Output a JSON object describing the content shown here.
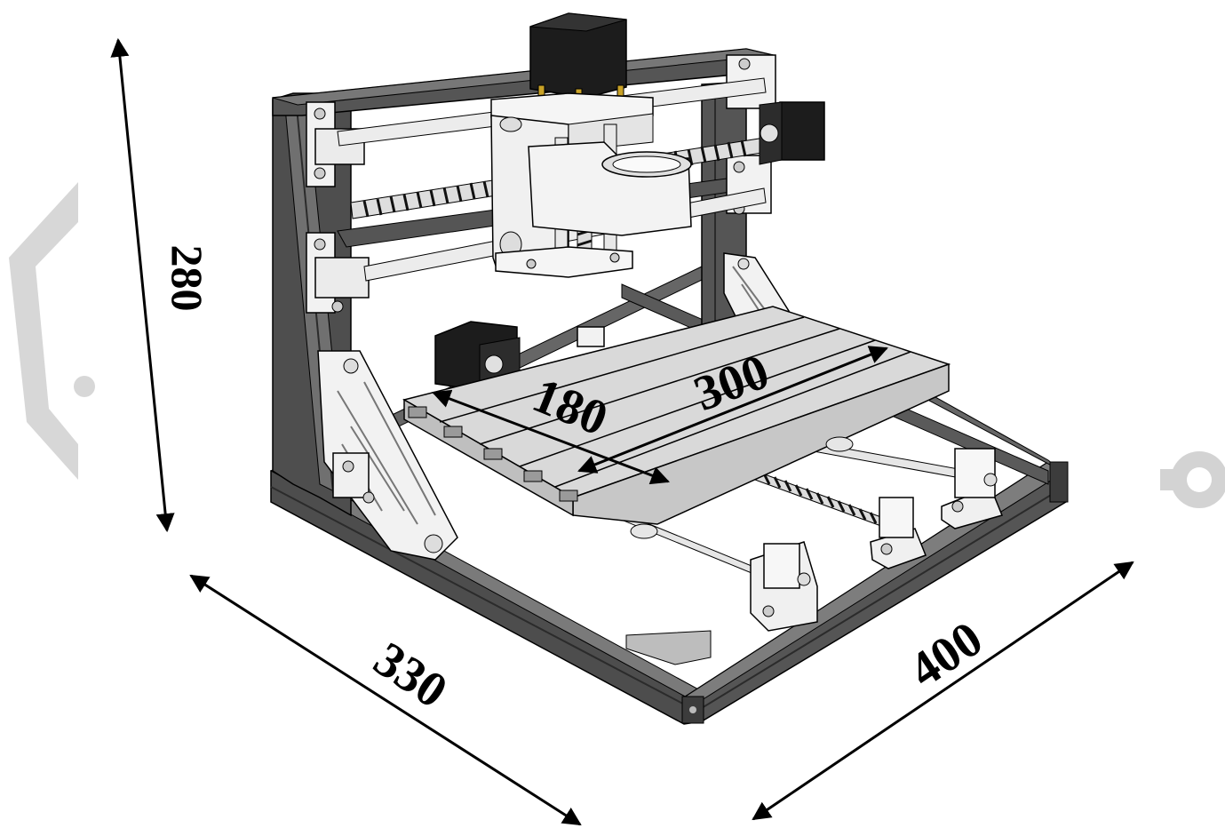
{
  "dimensions": {
    "height": "280",
    "depth": "330",
    "width": "400",
    "bed_depth": "180",
    "bed_width": "300"
  },
  "colors": {
    "profile_dark": "#4a4a4a",
    "profile_mid": "#6b6b6b",
    "part_white": "#f2f2f2",
    "part_shade": "#cfcfcf",
    "motor_black": "#1c1c1c",
    "brass": "#c9a227",
    "watermark": "#cfcfcf",
    "arrow": "#000000"
  }
}
